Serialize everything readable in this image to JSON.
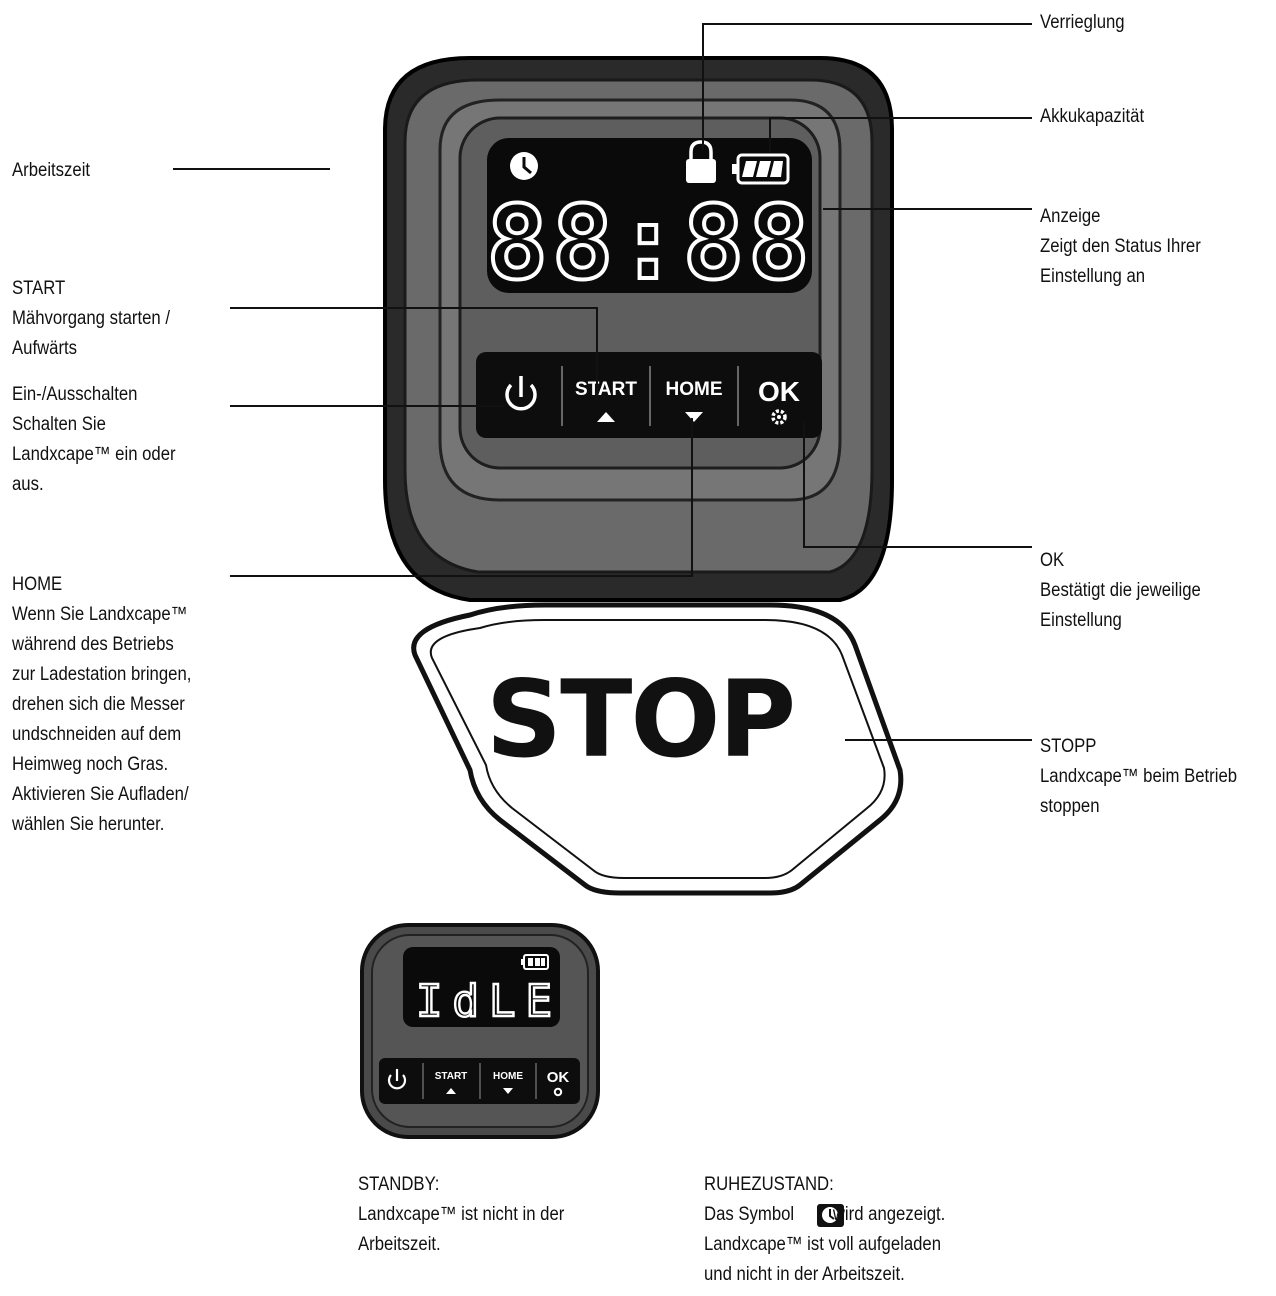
{
  "labels": {
    "arbeitszeit": "Arbeitszeit",
    "verriegelung": "Verrieglung",
    "akku": "Akkukapazität",
    "anzeige": [
      "Anzeige",
      "Zeigt den Status Ihrer",
      "Einstellung an"
    ],
    "start": [
      "START",
      "Mähvorgang starten /",
      "Aufwärts"
    ],
    "power": [
      "Ein-/Ausschalten",
      "Schalten Sie",
      "Landxcape™ ein oder",
      "aus."
    ],
    "home": [
      "HOME",
      "Wenn Sie Landxcape™",
      "während des Betriebs",
      "zur Ladestation bringen,",
      "drehen sich die Messer",
      "undschneiden auf dem",
      "Heimweg noch Gras.",
      "Aktivieren Sie Aufladen/",
      "wählen Sie herunter."
    ],
    "ok": [
      "OK",
      "Bestätigt die jeweilige",
      "Einstellung"
    ],
    "stopp": [
      "STOPP",
      "Landxcape™ beim Betrieb",
      "stoppen"
    ],
    "standby": [
      "STANDBY:",
      "Landxcape™ ist nicht in der",
      "Arbeitszeit."
    ],
    "ruhe_line1_a": "Das Symbol",
    "ruhe_line1_b": "wird angezeigt.",
    "ruhe": [
      "RUHEZUSTAND:",
      "Landxcape™ ist voll aufgeladen",
      "und nicht in der Arbeitszeit."
    ]
  },
  "panel": {
    "display_digits": "88:88",
    "btn_start": "START",
    "btn_home": "HOME",
    "btn_ok": "OK",
    "stop_text": "STOP"
  },
  "small_panel": {
    "display_text": "IdLE",
    "btn_start": "START",
    "btn_home": "HOME",
    "btn_ok": "OK"
  },
  "icons": [
    "clock-icon",
    "lock-icon",
    "battery-icon",
    "power-icon",
    "up-arrow-icon",
    "down-arrow-icon",
    "gear-icon"
  ]
}
